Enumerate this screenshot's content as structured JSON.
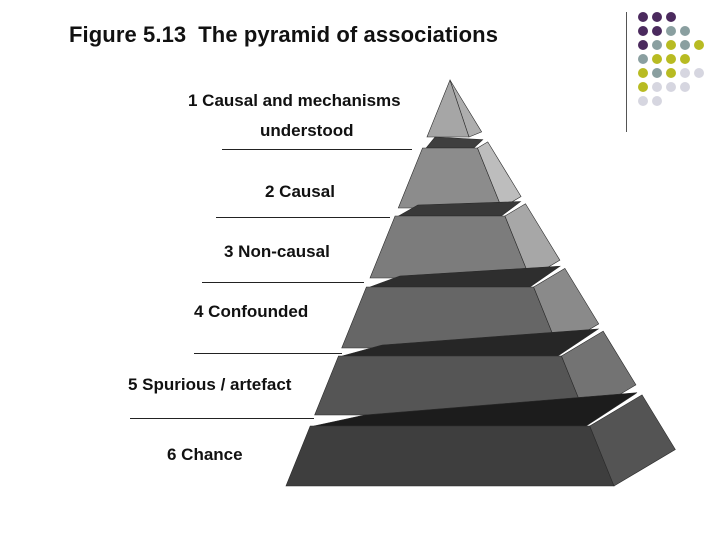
{
  "title": {
    "number": "Figure 5.13",
    "text": "The pyramid of associations"
  },
  "decor": {
    "dot_colors": [
      "#4b2a5e",
      "#8a9fa0",
      "#b8bb22",
      "#d6d6e0"
    ]
  },
  "levels": [
    {
      "label_line1": "1 Causal and mechanisms",
      "label_line2": "understood",
      "color": "#a6a6a6"
    },
    {
      "label_line1": "2 Causal",
      "color": "#8c8c8c"
    },
    {
      "label_line1": "3 Non-causal",
      "color": "#7c7c7c"
    },
    {
      "label_line1": "4 Confounded",
      "color": "#666666"
    },
    {
      "label_line1": "5 Spurious / artefact",
      "color": "#555555"
    },
    {
      "label_line1": "6 Chance",
      "color": "#3e3e3e"
    }
  ]
}
